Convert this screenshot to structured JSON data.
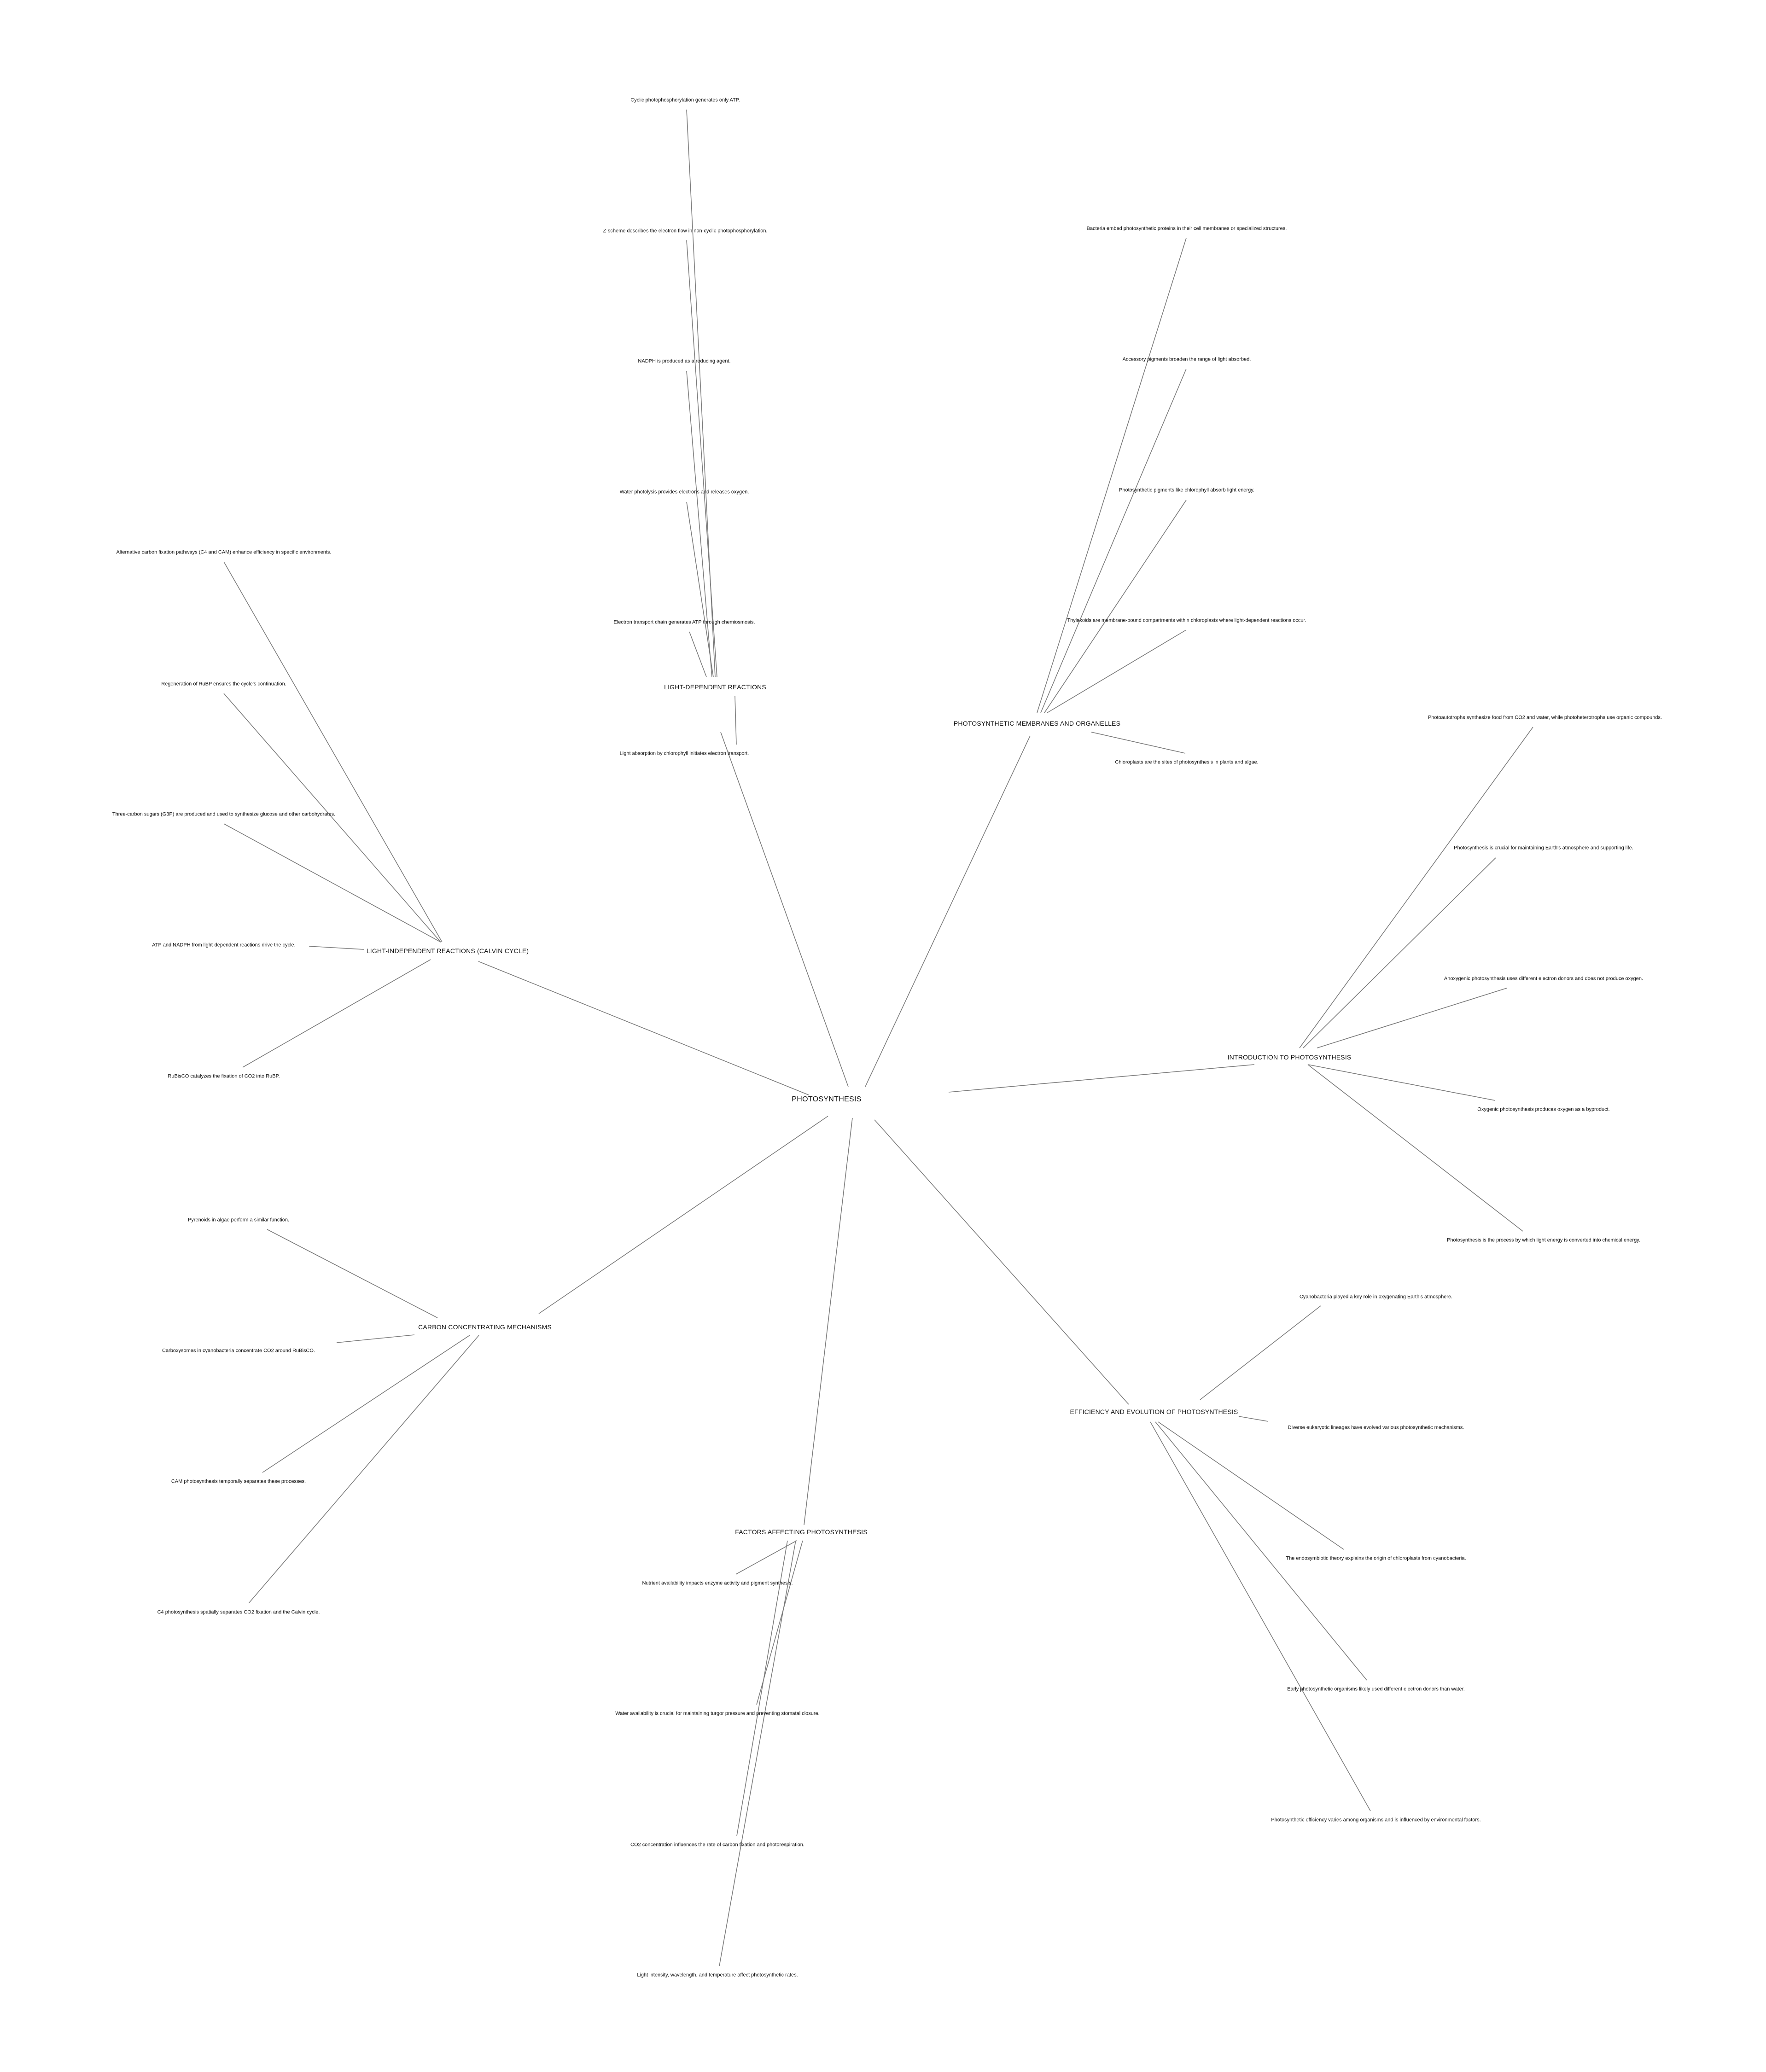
{
  "root": {
    "label": "PHOTOSYNTHESIS"
  },
  "branches": {
    "light_dependent": {
      "label": "LIGHT-DEPENDENT REACTIONS",
      "leaves": [
        "Cyclic photophosphorylation generates only ATP.",
        "Z-scheme describes the electron flow in non-cyclic photophosphorylation.",
        "NADPH is produced as a reducing agent.",
        "Water photolysis provides electrons and releases oxygen.",
        "Electron transport chain generates ATP through chemiosmosis.",
        "Light absorption by chlorophyll initiates electron transport."
      ]
    },
    "membranes": {
      "label": "PHOTOSYNTHETIC MEMBRANES AND ORGANELLES",
      "leaves": [
        "Bacteria embed photosynthetic proteins in their cell membranes or specialized structures.",
        "Accessory pigments broaden the range of light absorbed.",
        "Photosynthetic pigments like chlorophyll absorb light energy.",
        "Thylakoids are membrane-bound compartments within chloroplasts where light-dependent reactions occur.",
        "Chloroplasts are the sites of photosynthesis in plants and algae."
      ]
    },
    "intro": {
      "label": "INTRODUCTION TO PHOTOSYNTHESIS",
      "leaves": [
        "Photoautotrophs synthesize food from CO2 and water, while photoheterotrophs use organic compounds.",
        "Photosynthesis is crucial for maintaining Earth's atmosphere and supporting life.",
        "Anoxygenic photosynthesis uses different electron donors and does not produce oxygen.",
        "Oxygenic photosynthesis produces oxygen as a byproduct.",
        "Photosynthesis is the process by which light energy is converted into chemical energy."
      ]
    },
    "calvin": {
      "label": "LIGHT-INDEPENDENT REACTIONS (CALVIN CYCLE)",
      "leaves": [
        "Alternative carbon fixation pathways (C4 and CAM) enhance efficiency in specific environments.",
        "Regeneration of RuBP ensures the cycle's continuation.",
        "Three-carbon sugars (G3P) are produced and used to synthesize glucose and other carbohydrates.",
        "ATP and NADPH from light-dependent reactions drive the cycle.",
        "RuBisCO catalyzes the fixation of CO2 into RuBP."
      ]
    },
    "ccm": {
      "label": "CARBON CONCENTRATING MECHANISMS",
      "leaves": [
        "Pyrenoids in algae perform a similar function.",
        "Carboxysomes in cyanobacteria concentrate CO2 around RuBisCO.",
        "CAM photosynthesis temporally separates these processes.",
        "C4 photosynthesis spatially separates CO2 fixation and the Calvin cycle."
      ]
    },
    "factors": {
      "label": "FACTORS AFFECTING PHOTOSYNTHESIS",
      "leaves": [
        "Nutrient availability impacts enzyme activity and pigment synthesis.",
        "Water availability is crucial for maintaining turgor pressure and preventing stomatal closure.",
        "CO2 concentration influences the rate of carbon fixation and photorespiration.",
        "Light intensity, wavelength, and temperature affect photosynthetic rates."
      ]
    },
    "evolution": {
      "label": "EFFICIENCY AND EVOLUTION OF PHOTOSYNTHESIS",
      "leaves": [
        "Cyanobacteria played a key role in oxygenating Earth's atmosphere.",
        "Diverse eukaryotic lineages have evolved various photosynthetic mechanisms.",
        "The endosymbiotic theory explains the origin of chloroplasts from cyanobacteria.",
        "Early photosynthetic organisms likely used different electron donors than water.",
        "Photosynthetic efficiency varies among organisms and is influenced by environmental factors."
      ]
    }
  }
}
